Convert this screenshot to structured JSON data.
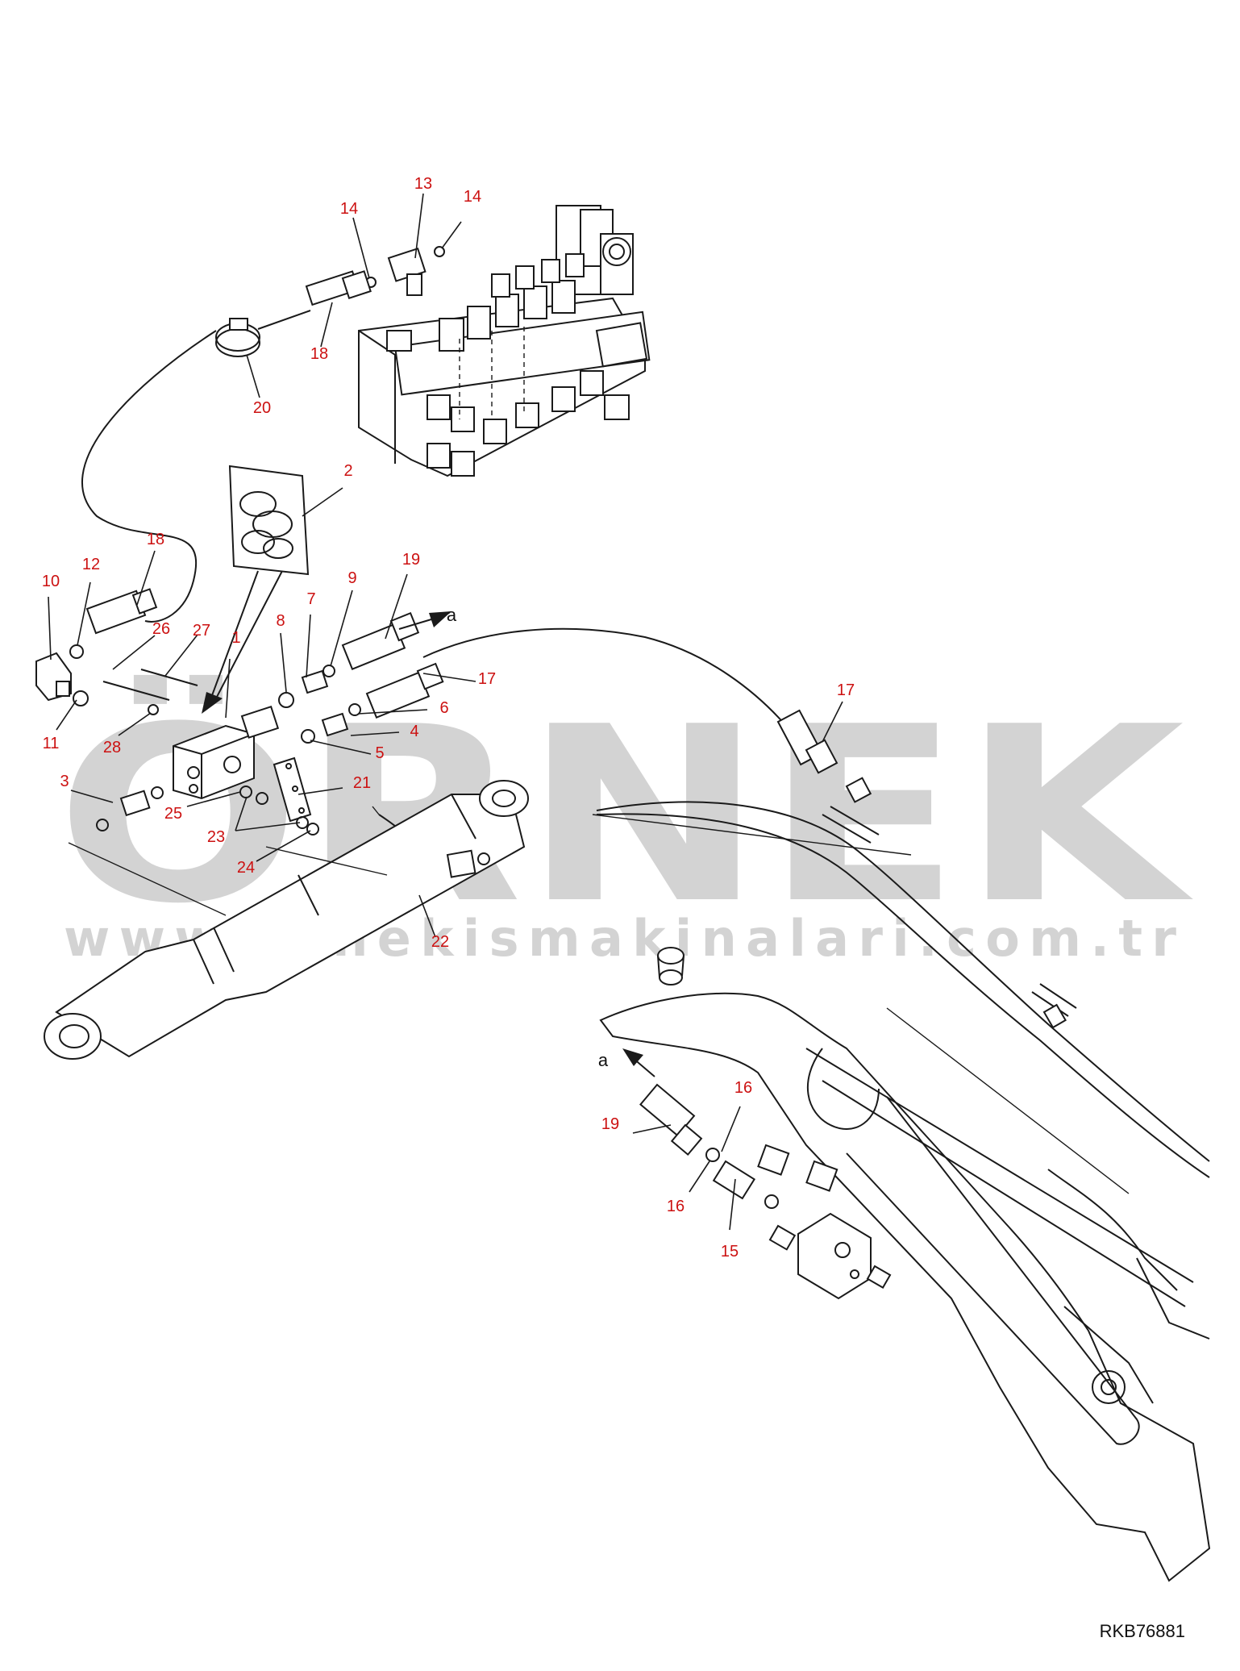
{
  "watermark": {
    "brand": "ÖRNEK",
    "url": "www.ornekismakinalari.com.tr",
    "color": "#d3d3d3"
  },
  "diagram_code": "RKB76881",
  "callout_color": "#cc1111",
  "direction_label": "a",
  "callouts": [
    "1",
    "2",
    "3",
    "4",
    "5",
    "6",
    "7",
    "8",
    "9",
    "10",
    "11",
    "12",
    "13",
    "14",
    "14",
    "15",
    "16",
    "16",
    "17",
    "17",
    "18",
    "18",
    "19",
    "19",
    "20",
    "21",
    "22",
    "23",
    "24",
    "25",
    "26",
    "27",
    "28"
  ]
}
